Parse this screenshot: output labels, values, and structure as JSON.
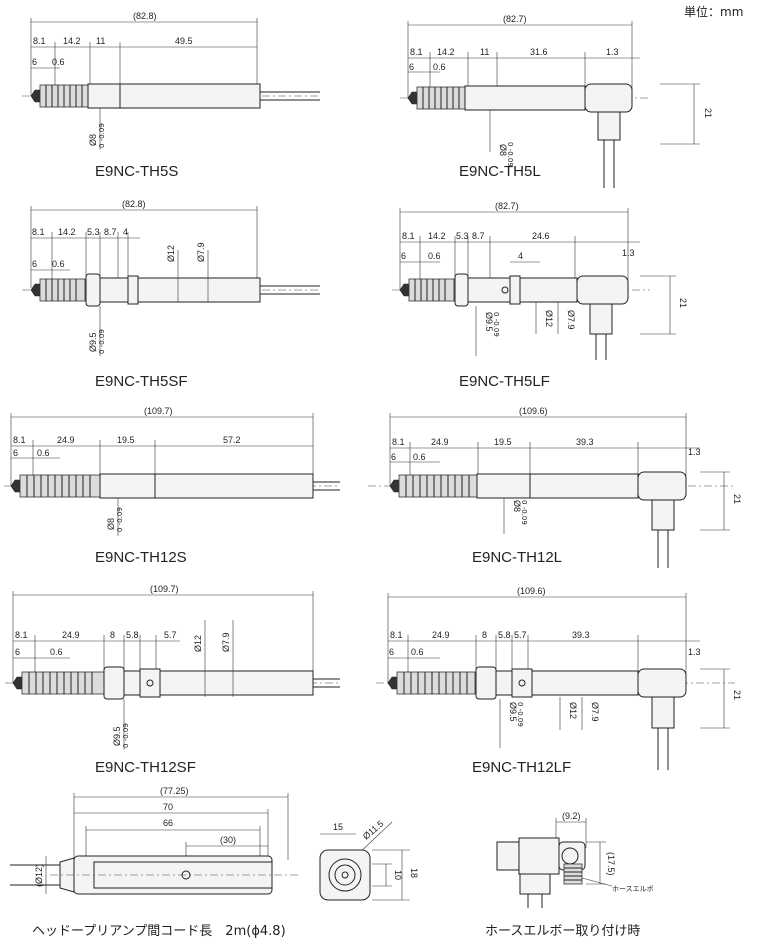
{
  "unit_label": "単位：mm",
  "views": [
    {
      "model": "E9NC-TH5S",
      "overall": "(82.8)",
      "top_dims": [
        "8.1",
        "14.2",
        "11",
        "49.5"
      ],
      "small_dims": [
        "6",
        "0.6"
      ],
      "diameters": [
        "Ø8"
      ],
      "tolerances": [
        "0 -0.09"
      ]
    },
    {
      "model": "E9NC-TH5L",
      "overall": "(82.7)",
      "top_dims": [
        "8.1",
        "14.2",
        "11",
        "31.6",
        "1.3"
      ],
      "small_dims": [
        "6",
        "0.6"
      ],
      "side_dim": "21",
      "diameters": [
        "Ø8"
      ],
      "tolerances": [
        "0 -0.09"
      ]
    },
    {
      "model": "E9NC-TH5SF",
      "overall": "(82.8)",
      "top_dims": [
        "8.1",
        "14.2",
        "5.3",
        "8.7",
        "4"
      ],
      "small_dims": [
        "6",
        "0.6"
      ],
      "diameters": [
        "Ø9.5",
        "Ø12",
        "Ø7.9"
      ],
      "tolerances": [
        "0 -0.09"
      ]
    },
    {
      "model": "E9NC-TH5LF",
      "overall": "(82.7)",
      "top_dims": [
        "8.1",
        "14.2",
        "5.3",
        "8.7",
        "24.6",
        "1.3"
      ],
      "small_dims": [
        "6",
        "0.6",
        "4"
      ],
      "side_dim": "21",
      "diameters": [
        "Ø9.5",
        "Ø12",
        "Ø7.9"
      ],
      "tolerances": [
        "0 -0.09"
      ]
    },
    {
      "model": "E9NC-TH12S",
      "overall": "(109.7)",
      "top_dims": [
        "8.1",
        "24.9",
        "19.5",
        "57.2"
      ],
      "small_dims": [
        "6",
        "0.6"
      ],
      "diameters": [
        "Ø8"
      ],
      "tolerances": [
        "0 -0.09"
      ]
    },
    {
      "model": "E9NC-TH12L",
      "overall": "(109.6)",
      "top_dims": [
        "8.1",
        "24.9",
        "19.5",
        "39.3",
        "1.3"
      ],
      "small_dims": [
        "6",
        "0.6"
      ],
      "side_dim": "21",
      "diameters": [
        "Ø8"
      ],
      "tolerances": [
        "0 -0.09"
      ]
    },
    {
      "model": "E9NC-TH12SF",
      "overall": "(109.7)",
      "top_dims": [
        "8.1",
        "24.9",
        "8",
        "5.8",
        "5.7"
      ],
      "small_dims": [
        "6",
        "0.6"
      ],
      "diameters": [
        "Ø9.5",
        "Ø12",
        "Ø7.9"
      ],
      "tolerances": [
        "0 -0.09"
      ]
    },
    {
      "model": "E9NC-TH12LF",
      "overall": "(109.6)",
      "top_dims": [
        "8.1",
        "24.9",
        "8",
        "5.8",
        "5.7",
        "39.3",
        "1.3"
      ],
      "small_dims": [
        "6",
        "0.6"
      ],
      "side_dim": "21",
      "diameters": [
        "Ø9.5",
        "Ø12",
        "Ø7.9"
      ],
      "tolerances": [
        "0 -0.09"
      ]
    }
  ],
  "amplifier": {
    "dims": [
      "(77.25)",
      "70",
      "66",
      "(30)"
    ],
    "diameter": "(Ø12)",
    "caption": "ヘッドープリアンプ間コード長　2m(ϕ4.8)",
    "end_dims": [
      "15",
      "Ø11.5",
      "10",
      "18"
    ]
  },
  "elbow": {
    "dims": [
      "(9.2)",
      "(17.5)"
    ],
    "label": "ホースエルボ",
    "caption": "ホースエルボー取り付け時"
  }
}
